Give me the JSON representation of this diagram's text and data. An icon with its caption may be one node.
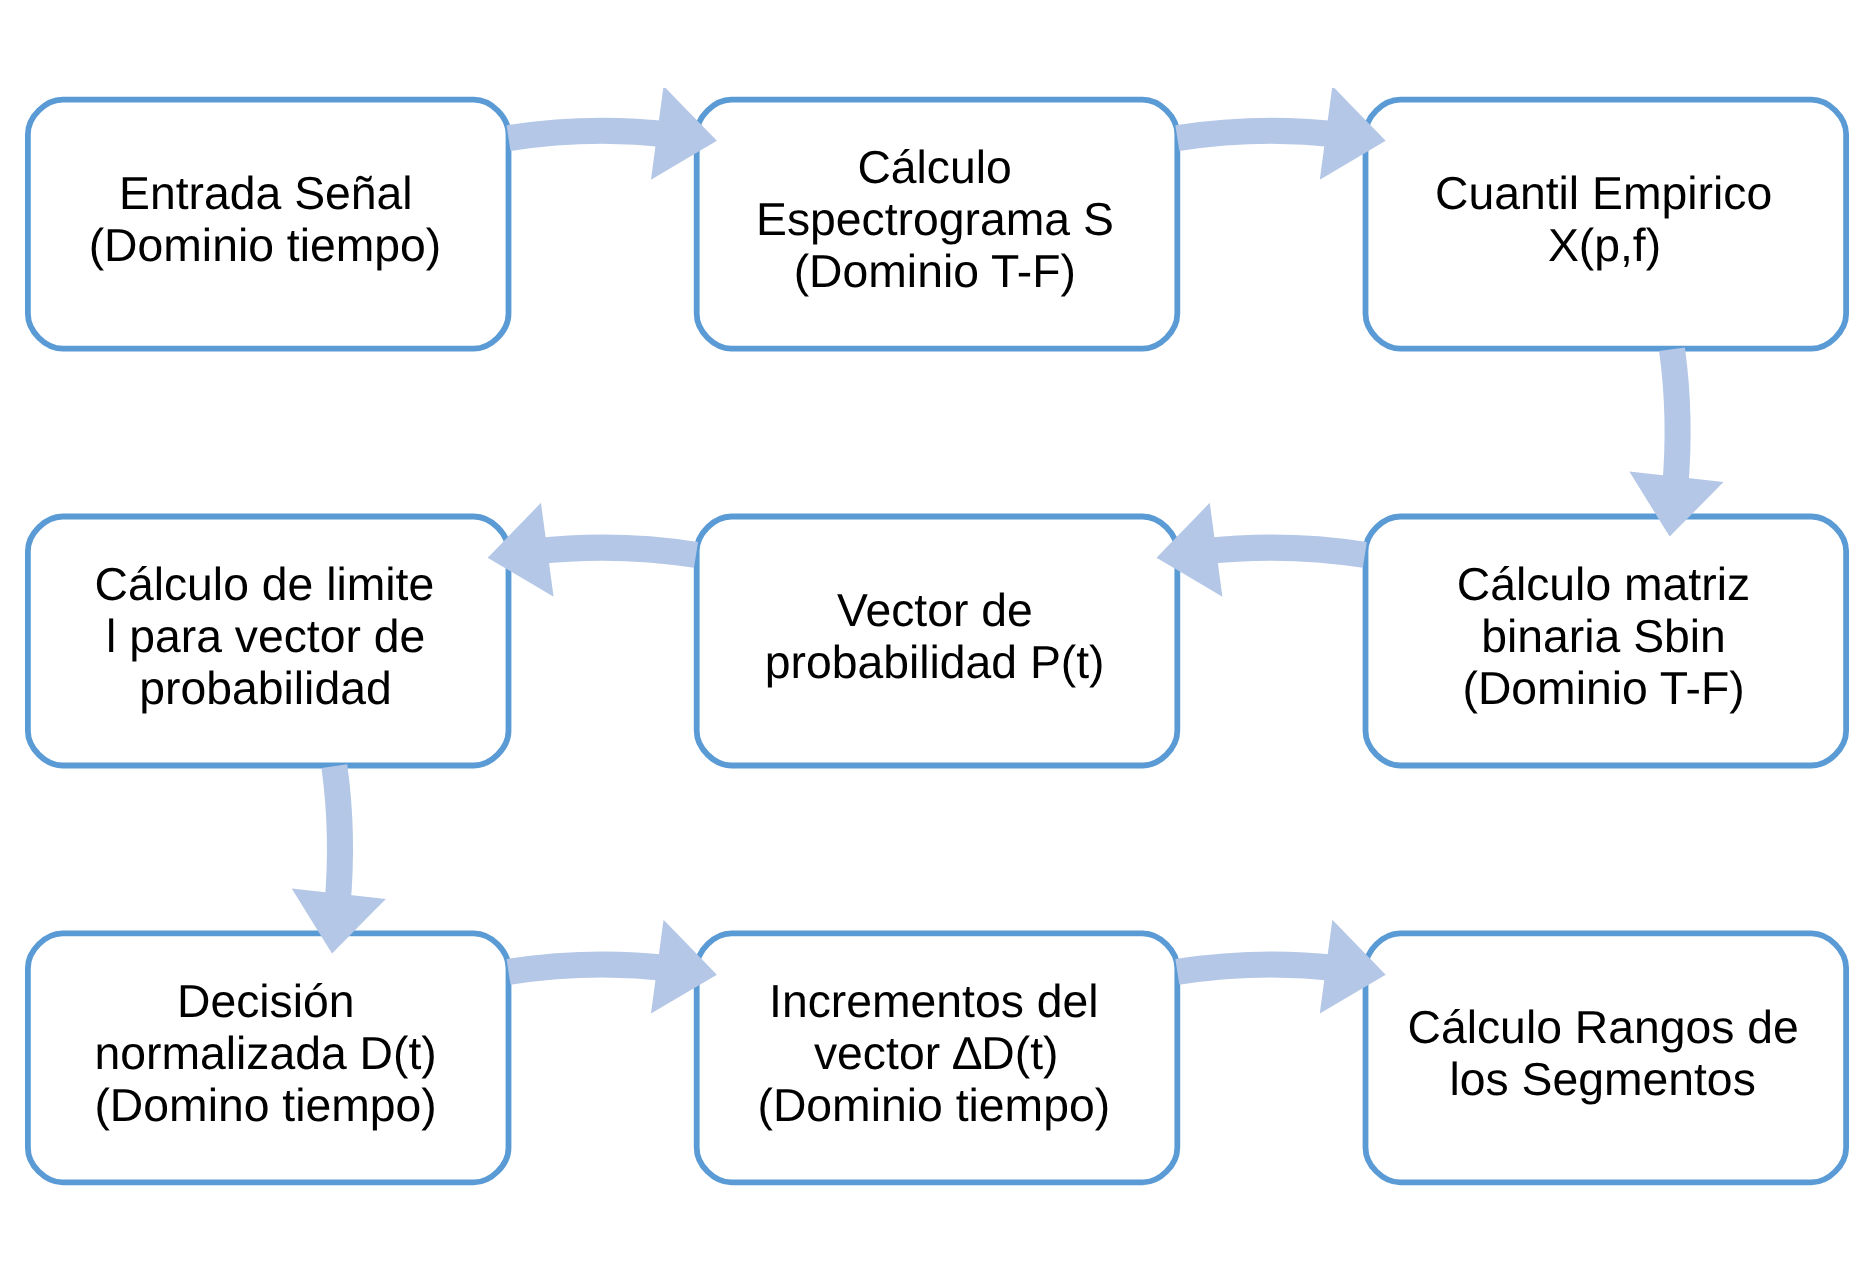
{
  "diagram": {
    "nodes": [
      {
        "text": [
          "Entrada Señal",
          "(Dominio tiempo)"
        ]
      },
      {
        "text": [
          "Cálculo Espectrograma S",
          "(Dominio T-F)"
        ]
      },
      {
        "text": [
          "Cuantil Empirico X(p,f)"
        ]
      },
      {
        "text": [
          "Cálculo matriz binaria Sbin",
          "(Dominio T-F)"
        ]
      },
      {
        "text": [
          "Vector de probabilidad P(t)"
        ]
      },
      {
        "text": [
          "Cálculo de limite l para vector de probabilidad"
        ]
      },
      {
        "text": [
          "Decisión normalizada D(t)",
          "(Domino tiempo)"
        ]
      },
      {
        "text": [
          "Incrementos del vector ∆D(t)",
          "(Dominio tiempo)"
        ]
      },
      {
        "text": [
          "Cálculo Rangos de los Segmentos"
        ]
      }
    ],
    "edges": [
      {
        "from": 0,
        "to": 1,
        "arrow": "to"
      },
      {
        "from": 1,
        "to": 2,
        "arrow": "to"
      },
      {
        "from": 2,
        "to": 3,
        "arrow": "to"
      },
      {
        "from": 3,
        "to": 4,
        "arrow": "to"
      },
      {
        "from": 4,
        "to": 5,
        "arrow": "to"
      },
      {
        "from": 5,
        "to": 6,
        "arrow": "to"
      },
      {
        "from": 6,
        "to": 7,
        "arrow": "to"
      },
      {
        "from": 7,
        "to": 8,
        "arrow": "to"
      }
    ]
  }
}
